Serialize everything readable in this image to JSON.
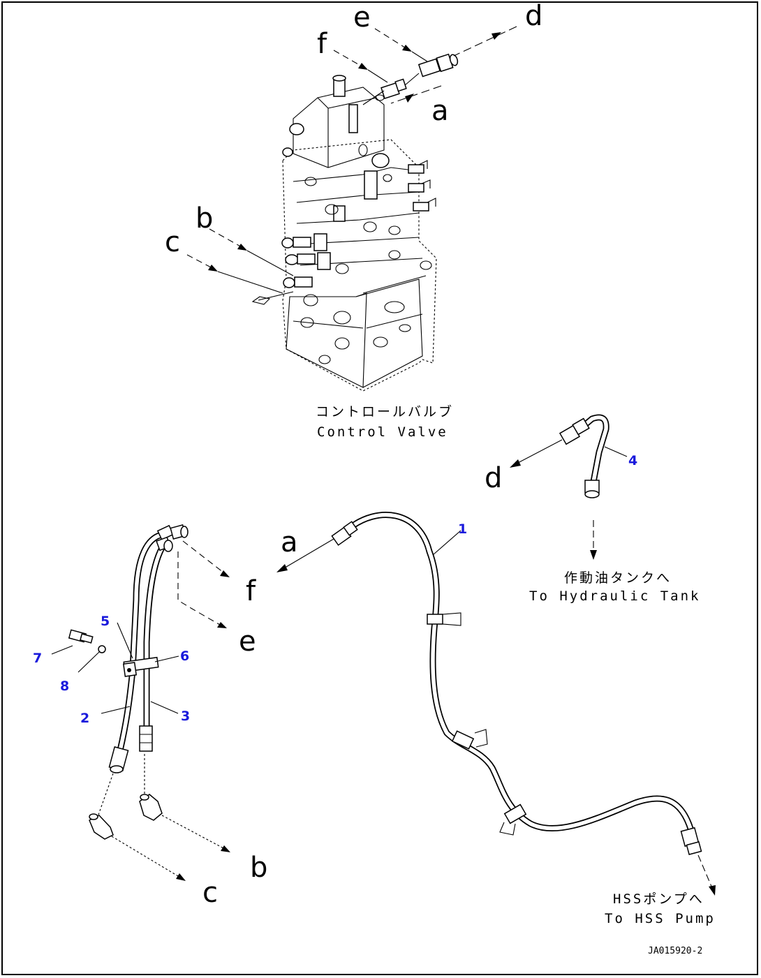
{
  "connection_labels": {
    "top": {
      "e": "e",
      "d": "d",
      "f": "f",
      "a": "a",
      "b": "b",
      "c": "c"
    },
    "right": {
      "d": "d"
    },
    "middle": {
      "a": "a",
      "f": "f",
      "e": "e"
    },
    "bottom": {
      "b": "b",
      "c": "c"
    }
  },
  "captions": {
    "control_valve_jp": "コントロールバルブ",
    "control_valve_en": "Control Valve",
    "hydraulic_tank_jp": "作動油タンクへ",
    "hydraulic_tank_en": "To Hydraulic Tank",
    "hss_pump_jp": "HSSポンプへ",
    "hss_pump_en": "To HSS Pump"
  },
  "part_numbers": {
    "p1": "1",
    "p2": "2",
    "p3": "3",
    "p4": "4",
    "p5": "5",
    "p6": "6",
    "p7": "7",
    "p8": "8"
  },
  "drawing_code": "JA015920-2",
  "colors": {
    "line": "#000000",
    "part_number": "#1a1adc"
  }
}
